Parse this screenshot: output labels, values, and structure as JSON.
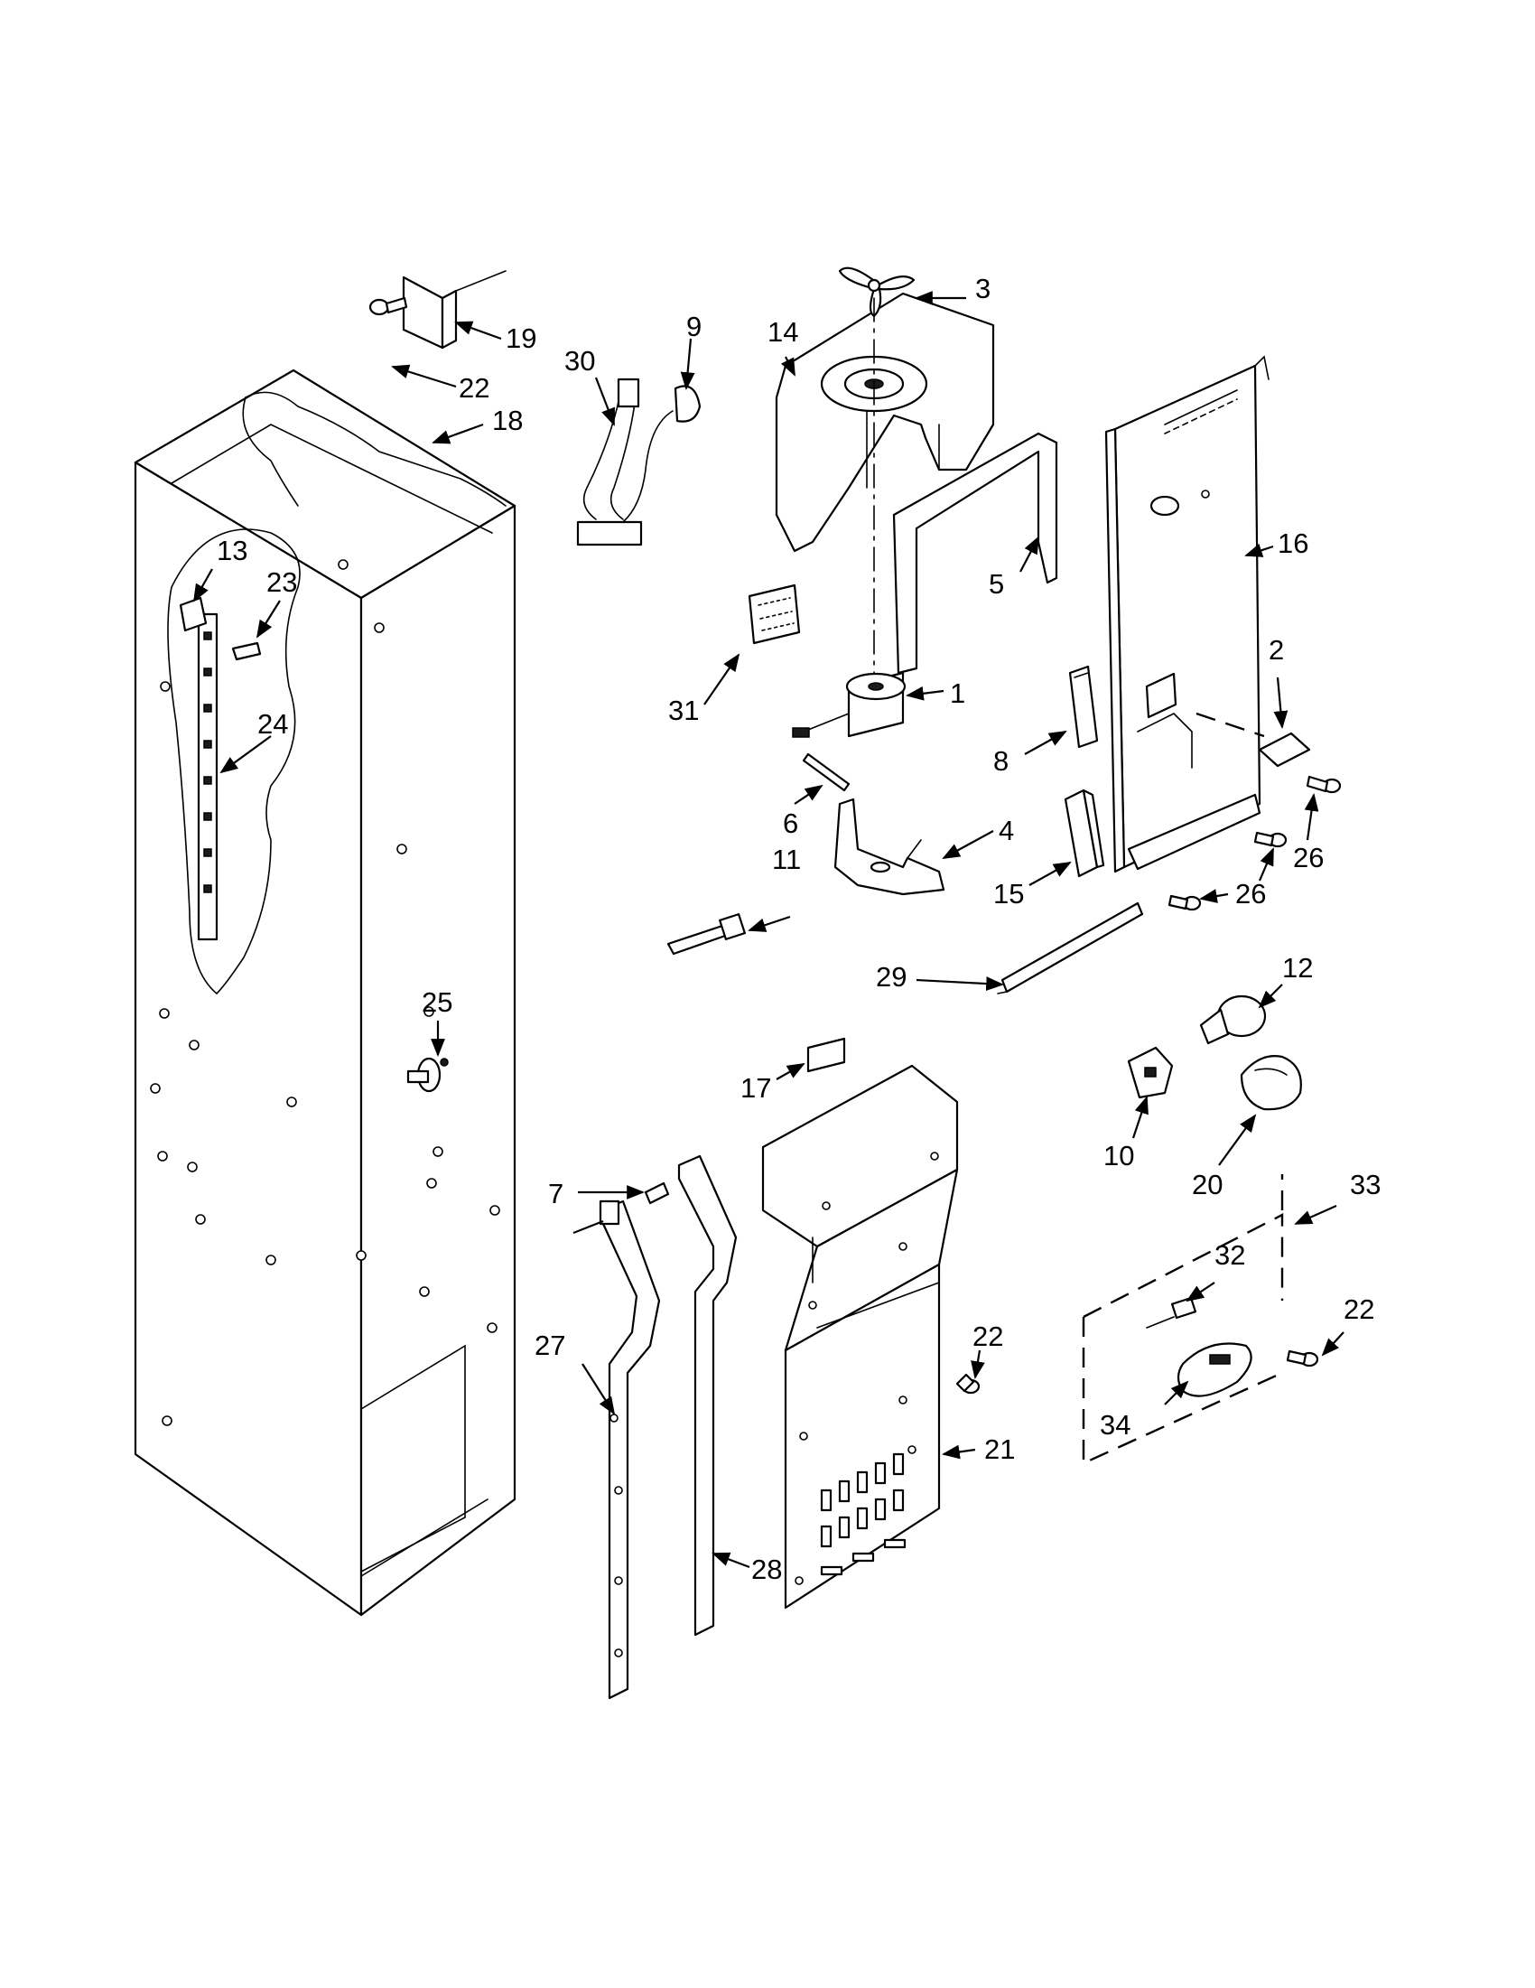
{
  "callouts": {
    "c1": "1",
    "c2": "2",
    "c3": "3",
    "c4": "4",
    "c5": "5",
    "c6": "6",
    "c7": "7",
    "c8": "8",
    "c9": "9",
    "c10": "10",
    "c11": "11",
    "c12": "12",
    "c13": "13",
    "c14": "14",
    "c15": "15",
    "c16": "16",
    "c17": "17",
    "c18": "18",
    "c19": "19",
    "c20": "20",
    "c21": "21",
    "c22a": "22",
    "c22b": "22",
    "c22c": "22",
    "c23": "23",
    "c24": "24",
    "c25": "25",
    "c26a": "26",
    "c26b": "26",
    "c27": "27",
    "c28": "28",
    "c29": "29",
    "c30": "30",
    "c31": "31",
    "c32": "32",
    "c33": "33",
    "c34": "34"
  }
}
